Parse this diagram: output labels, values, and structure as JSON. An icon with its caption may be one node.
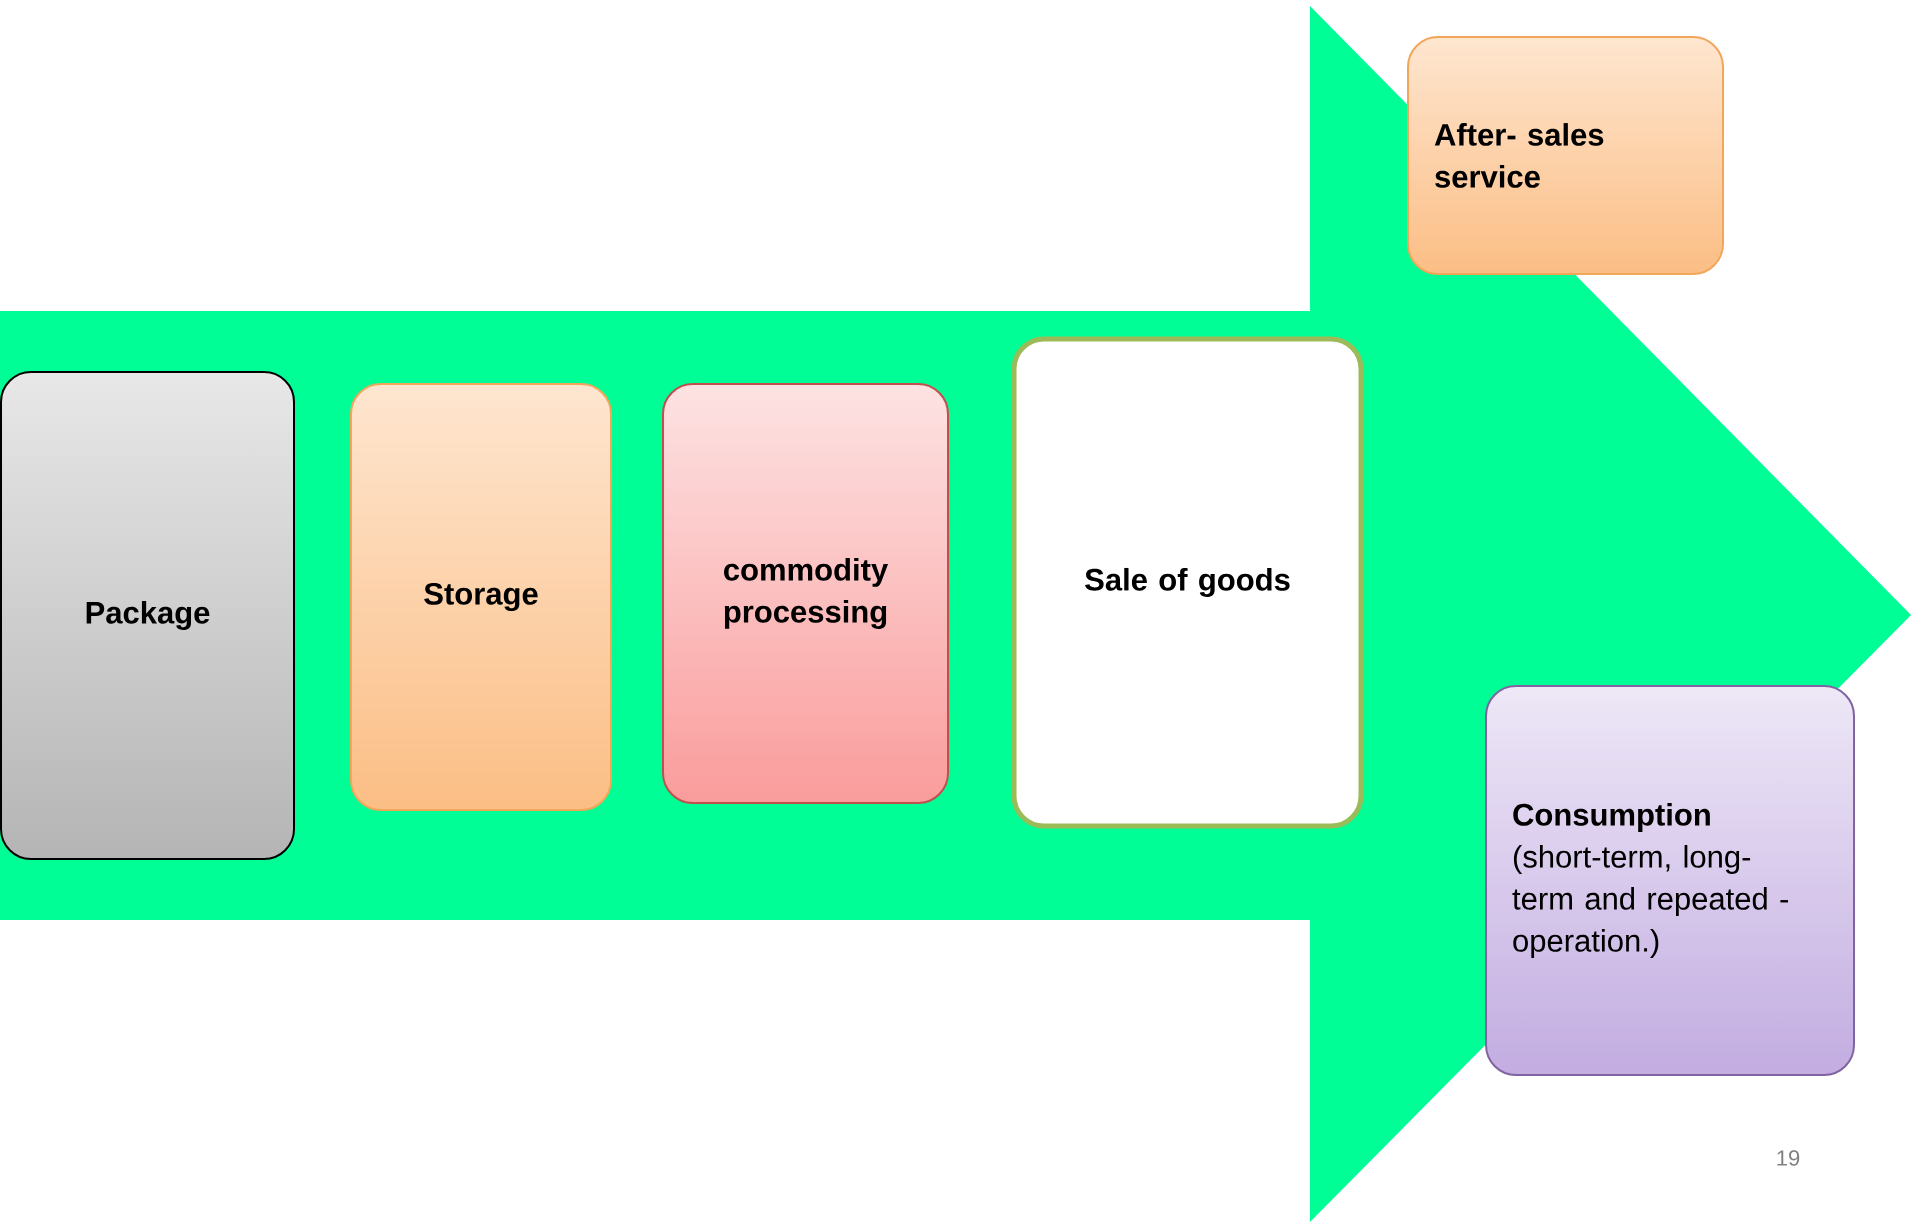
{
  "diagram": {
    "nodes": [
      {
        "text": [
          "Package"
        ]
      },
      {
        "text": [
          "Storage"
        ]
      },
      {
        "text": [
          "commodity processing"
        ]
      },
      {
        "text": [
          "Sale of goods"
        ]
      },
      {
        "text": [
          "After- sales service"
        ]
      },
      {
        "text": [
          "Consumption",
          "(short-term, long-term and repeated - operation.)"
        ]
      }
    ],
    "labels": [
      "19"
    ]
  }
}
